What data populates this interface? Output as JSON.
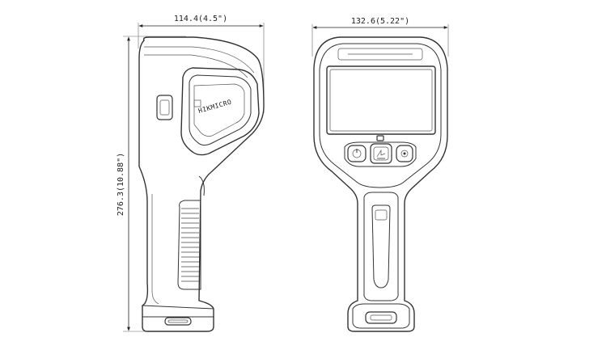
{
  "dimensions": {
    "side_width": "114.4(4.5\")",
    "front_width": "132.6(5.22\")",
    "height": "276.3(10.88\")"
  },
  "device": {
    "brand_text": "HIKMICRO"
  },
  "colors": {
    "line": "#333333",
    "background": "#ffffff"
  },
  "icons": {
    "power": "power-icon",
    "function": "function-icon",
    "camera": "camera-icon"
  }
}
